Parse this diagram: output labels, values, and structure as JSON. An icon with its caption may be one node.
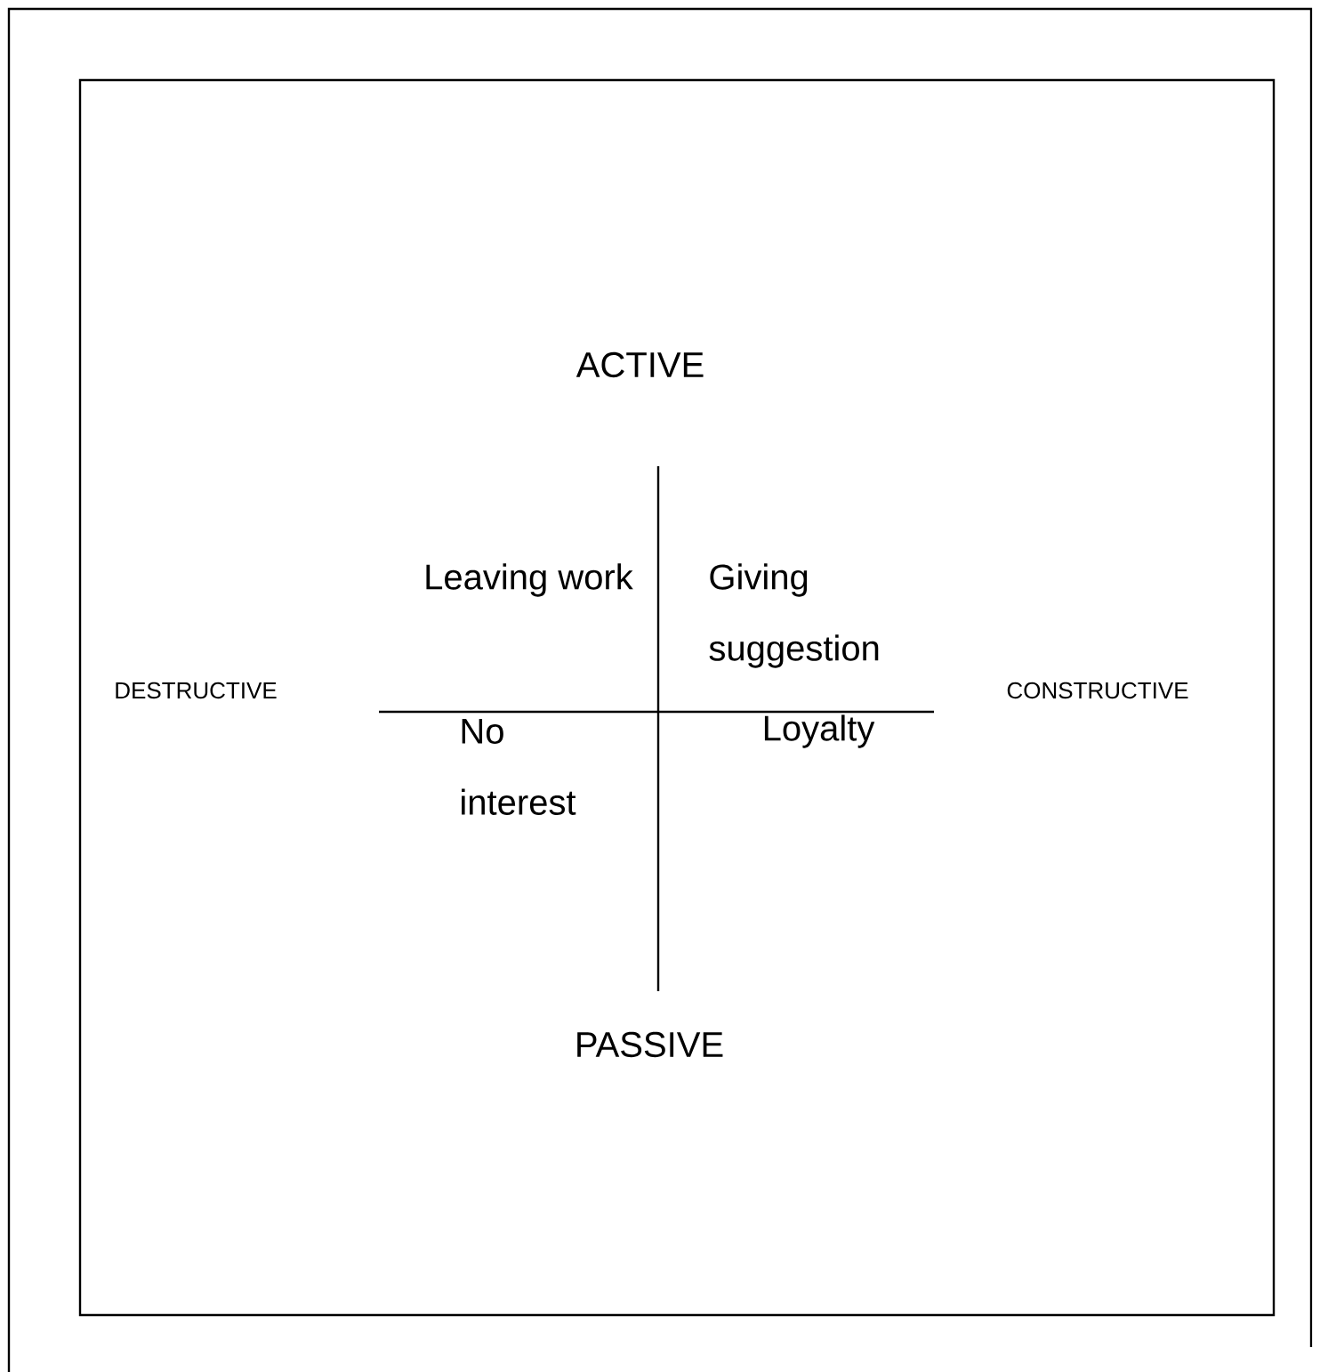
{
  "diagram": {
    "labels": [
      "ACTIVE",
      "Leaving work",
      "Giving suggestion",
      "DESTRUCTIVE",
      "CONSTRUCTIVE",
      "No interest",
      "Loyalty",
      "PASSIVE"
    ]
  }
}
